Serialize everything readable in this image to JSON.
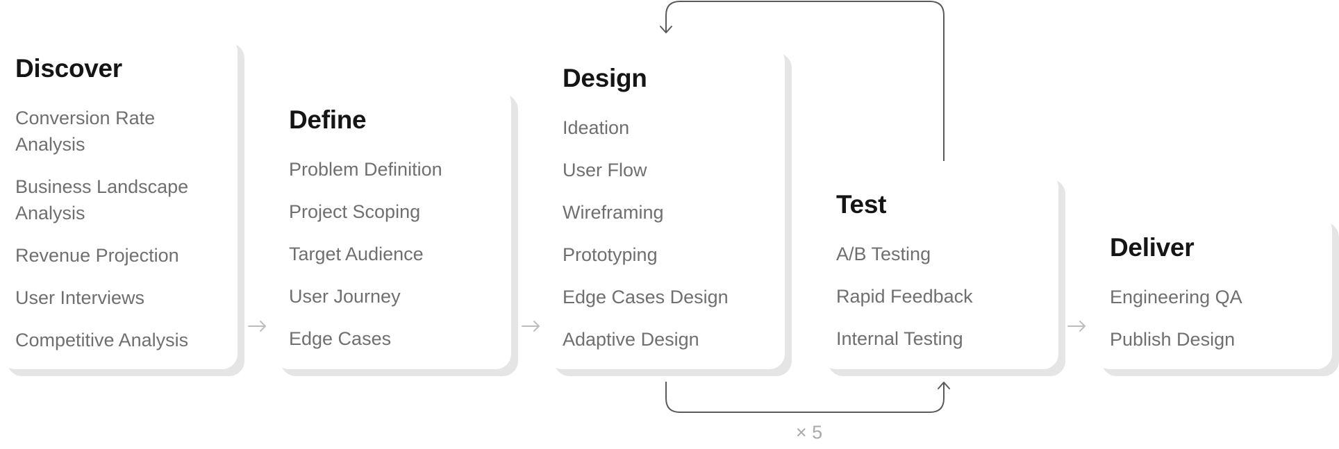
{
  "stages": [
    {
      "title": "Discover",
      "items": [
        "Conversion Rate Analysis",
        "Business Landscape Analysis",
        "Revenue Projection",
        "User Interviews",
        "Competitive Analysis"
      ]
    },
    {
      "title": "Define",
      "items": [
        "Problem Definition",
        "Project Scoping",
        "Target Audience",
        "User Journey",
        "Edge Cases"
      ]
    },
    {
      "title": "Design",
      "items": [
        "Ideation",
        "User Flow",
        "Wireframing",
        "Prototyping",
        "Edge Cases Design",
        "Adaptive Design"
      ]
    },
    {
      "title": "Test",
      "items": [
        "A/B Testing",
        "Rapid Feedback",
        "Internal Testing"
      ]
    },
    {
      "title": "Deliver",
      "items": [
        "Engineering QA",
        "Publish Design"
      ]
    }
  ],
  "loop": {
    "iterations_label": "× 5"
  },
  "colors": {
    "title": "#151515",
    "item": "#6f6f6f",
    "card_shadow": "#e5e5e5",
    "connector": "#5a5a5a",
    "arrow_light": "#bdbdbd"
  },
  "icons": {
    "stage_arrow": "arrow-right-icon"
  }
}
